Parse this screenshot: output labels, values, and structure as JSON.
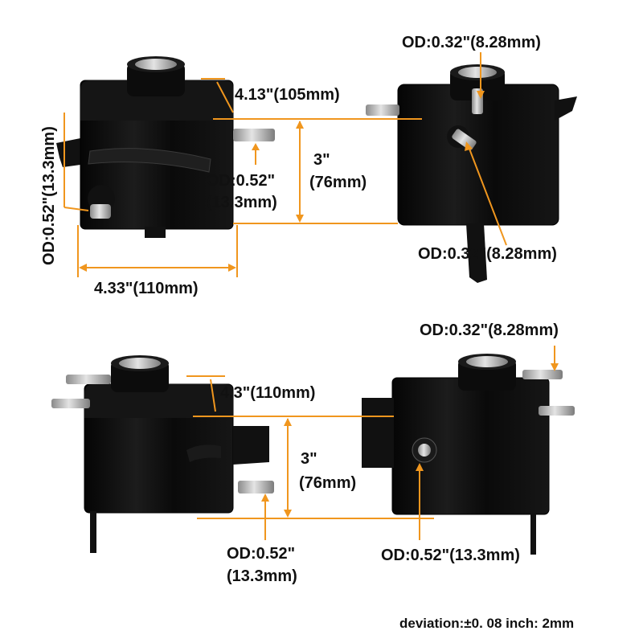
{
  "colors": {
    "dimension_line": "#f0961e",
    "tank_body": "#0d0d0d",
    "tank_highlight": "#3a3a3a",
    "metal": "#b9b9b9",
    "background": "#ffffff"
  },
  "view_top_left": {
    "width_label": "4.33\"(110mm)",
    "depth_label": "4.13\"(105mm)",
    "fitting_label_line1": "OD:0.52\"",
    "fitting_label_line2": "(13.3mm)",
    "side_fitting_label": "OD:0.52\"(13.3mm)"
  },
  "height_label_top": {
    "line1": "3\"",
    "line2": "(76mm)"
  },
  "view_top_right": {
    "top_fitting_label": "OD:0.32\"(8.28mm)",
    "lower_fitting_label": "OD:0.32\"(8.28mm)"
  },
  "view_bottom_left": {
    "depth_label": "4.3\"(110mm)",
    "fitting_label_line1": "OD:0.52\"",
    "fitting_label_line2": "(13.3mm)"
  },
  "height_label_bottom": {
    "line1": "3\"",
    "line2": "(76mm)"
  },
  "view_bottom_right": {
    "top_fitting_label": "OD:0.32\"(8.28mm)",
    "bottom_fitting_label": "OD:0.52\"(13.3mm)"
  },
  "footer": {
    "deviation_note": "deviation:±0. 08 inch: 2mm"
  }
}
